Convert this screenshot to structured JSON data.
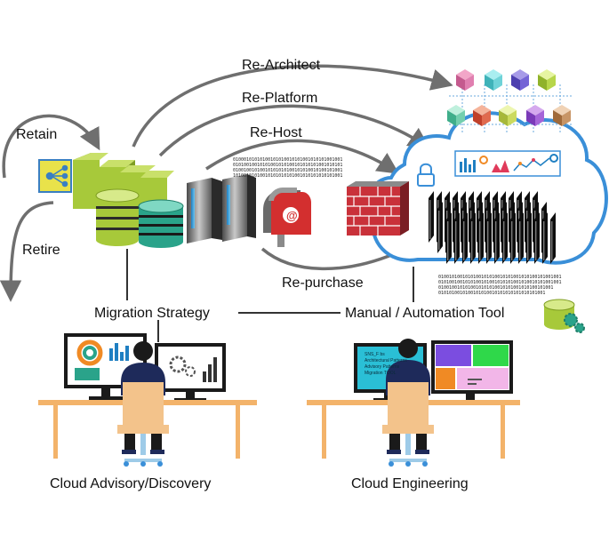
{
  "labels": {
    "re_architect": "Re-Architect",
    "re_platform": "Re-Platform",
    "re_host": "Re-Host",
    "retain": "Retain",
    "retire": "Retire",
    "re_purchase": "Re-purchase",
    "migration_strategy": "Migration Strategy",
    "automation_tool": "Manual / Automation Tool",
    "cloud_advisory": "Cloud Advisory/Discovery",
    "cloud_engineering": "Cloud Engineering"
  },
  "binary": {
    "top": "01000101010100101010010101001010101001001\n01010010010101001010100101010101001010101\n01001001010010101010100101010010100101001\n10100101010010101010101001010101010101001",
    "bottom": "0100101001010100101010010101001010100101001001\n0101001001010100101001010101001010010101001001\n0100100101010010101010010101001010100101001\n0101010010100101010010101010101010101001"
  },
  "screen_text": {
    "engineering_monitor": "SNS_F bs\nArchitectural Patterns\nAdvisory Patterns\nMigration TOOL"
  },
  "colors": {
    "cloud_stroke": "#3a8fd8",
    "arrow": "#6f6f6f",
    "desk": "#f3b36a",
    "chair": "#f3c38b",
    "shirt": "#1e2a5a",
    "server_green": "#a7c93a",
    "db_teal": "#2aa38a",
    "firewall": "#c9313a"
  },
  "icons": [
    "server-rack-icon",
    "database-icon",
    "mainframe-icon",
    "mailbox-icon",
    "firewall-icon",
    "lock-icon",
    "cube-grid-icon",
    "gear-icon",
    "chart-icon",
    "data-center-icon",
    "person-at-desk-icon"
  ]
}
